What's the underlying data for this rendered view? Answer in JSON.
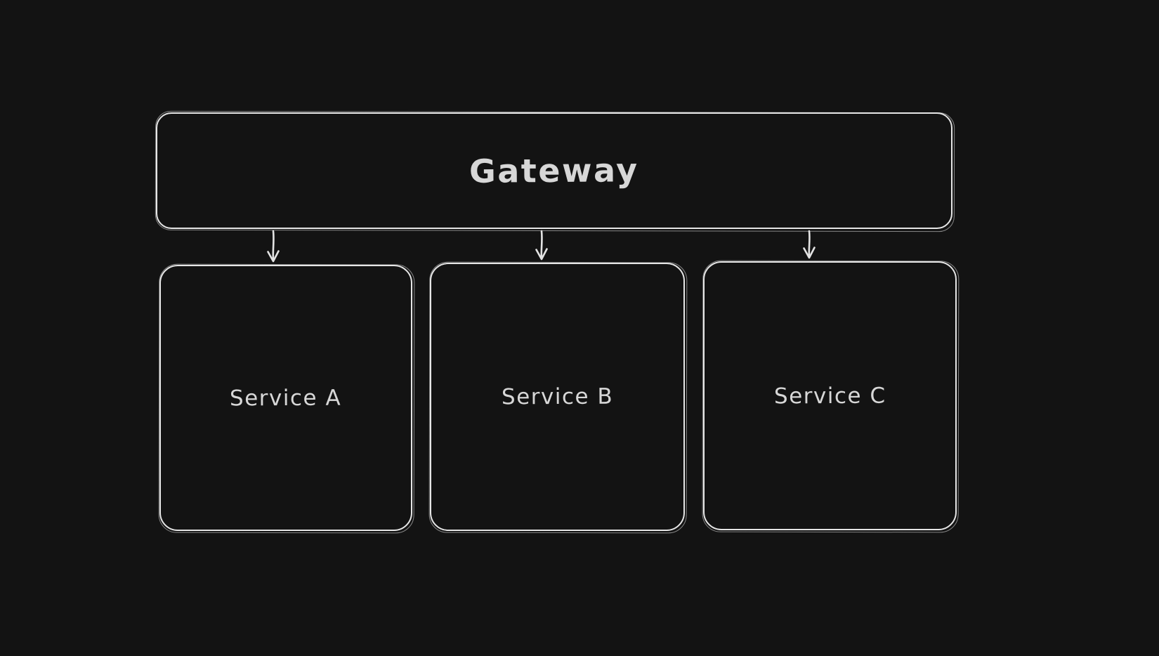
{
  "diagram": {
    "type": "flow-diagram",
    "theme": "dark",
    "colors": {
      "canvas_background": "#131313",
      "stroke": "#e6e6e6",
      "text": "#d7d7d7"
    },
    "gateway": {
      "label": "Gateway"
    },
    "services": [
      {
        "label": "Service A"
      },
      {
        "label": "Service B"
      },
      {
        "label": "Service C"
      }
    ],
    "edges": [
      {
        "from": "Gateway",
        "to": "Service A"
      },
      {
        "from": "Gateway",
        "to": "Service B"
      },
      {
        "from": "Gateway",
        "to": "Service C"
      }
    ]
  }
}
